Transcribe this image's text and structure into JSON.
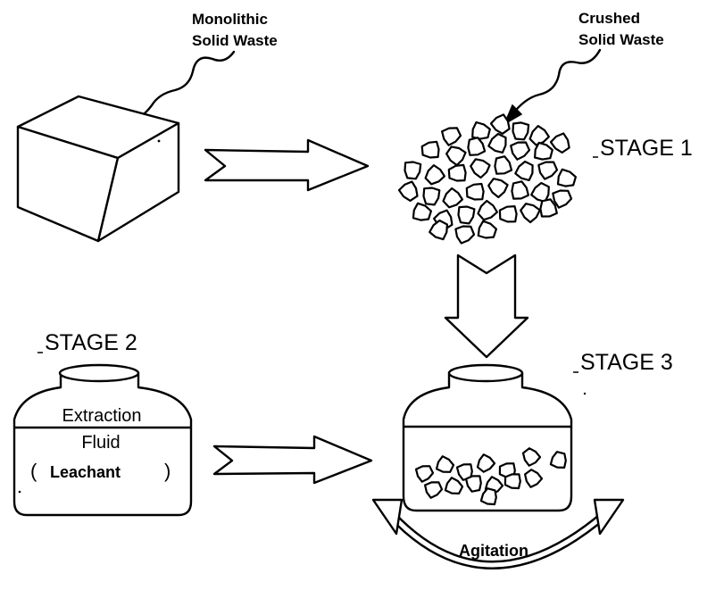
{
  "labels": {
    "monolithic_line1": "Monolithic",
    "monolithic_line2": "Solid  Waste",
    "crushed_line1": "Crushed",
    "crushed_line2": "Solid  Waste",
    "stage1": "STAGE 1",
    "stage2": "STAGE 2",
    "stage3": "STAGE 3",
    "extraction": "Extraction",
    "fluid": "Fluid",
    "leachant_open": "(",
    "leachant": "Leachant",
    "leachant_close": ")",
    "agitation": "Agitation"
  }
}
